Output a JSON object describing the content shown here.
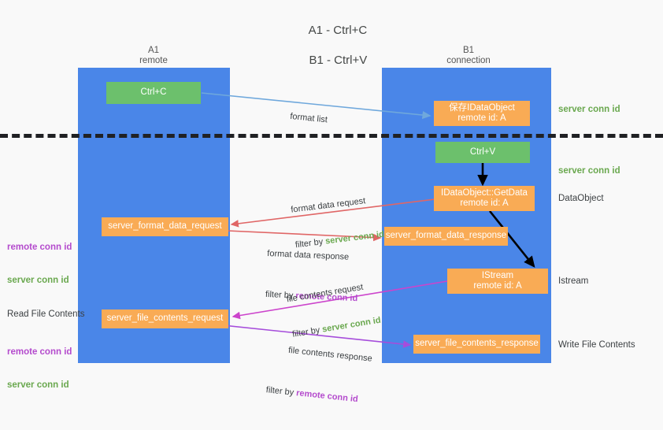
{
  "title": {
    "line1": "A1 - Ctrl+C",
    "line2": "B1 - Ctrl+V"
  },
  "colors": {
    "lane": "#4a86e8",
    "node_green": "#6aa84f",
    "node_green_light": "#6cc06c",
    "node_orange": "#f9ab55",
    "divider": "#202124",
    "server_conn": "#6aa84f",
    "remote_conn": "#b44bcd",
    "arrow_blue": "#6fa8dc",
    "arrow_red": "#e06666",
    "arrow_black": "#000000",
    "arrow_magenta": "#cc44cc",
    "arrow_purple": "#a64ddb",
    "background": "#f9f9f9"
  },
  "columns": [
    {
      "name": "A1",
      "sub": "remote"
    },
    {
      "name": "B1",
      "sub": "connection"
    }
  ],
  "nodes": {
    "ctrl_c": {
      "l1": "Ctrl+C",
      "l2": ""
    },
    "save_idataobject": {
      "l1": "保存IDataObject",
      "l2": "remote id: A"
    },
    "ctrl_v": {
      "l1": "Ctrl+V",
      "l2": ""
    },
    "idataobject_getdata": {
      "l1": "IDataObject::GetData",
      "l2": "remote id: A"
    },
    "server_format_data_request": {
      "l1": "server_format_data_request",
      "l2": ""
    },
    "server_format_data_response": {
      "l1": "server_format_data_response",
      "l2": ""
    },
    "istream": {
      "l1": "IStream",
      "l2": "remote id: A"
    },
    "server_file_contents_request": {
      "l1": "server_file_contents_request",
      "l2": ""
    },
    "server_file_contents_response": {
      "l1": "server_file_contents_response",
      "l2": ""
    }
  },
  "side_labels": {
    "server_conn_top": "server conn id",
    "server_conn_second": "server conn id",
    "dataobject": "DataObject",
    "istream": "Istream",
    "write_file_contents": "Write File Contents",
    "read_file_contents": "Read File Contents"
  },
  "conn_pairs": {
    "middle": {
      "remote": "remote conn id",
      "server": "server conn id"
    },
    "bottom": {
      "remote": "remote conn id",
      "server": "server conn id"
    }
  },
  "edge_labels": {
    "format_list": "format list",
    "format_data_request": {
      "line1": "format data request",
      "line2_prefix": "filter by ",
      "line2_key": "server conn id"
    },
    "format_data_response": {
      "line1": "format data response",
      "line2_prefix": "filter by ",
      "line2_key": "remote conn id"
    },
    "file_contents_request": {
      "line1": "file contents request",
      "line2_prefix": "filter by ",
      "line2_key": "server conn id"
    },
    "file_contents_response": {
      "line1": "file contents response",
      "line2_prefix": "filter by ",
      "line2_key": "remote conn id"
    }
  }
}
